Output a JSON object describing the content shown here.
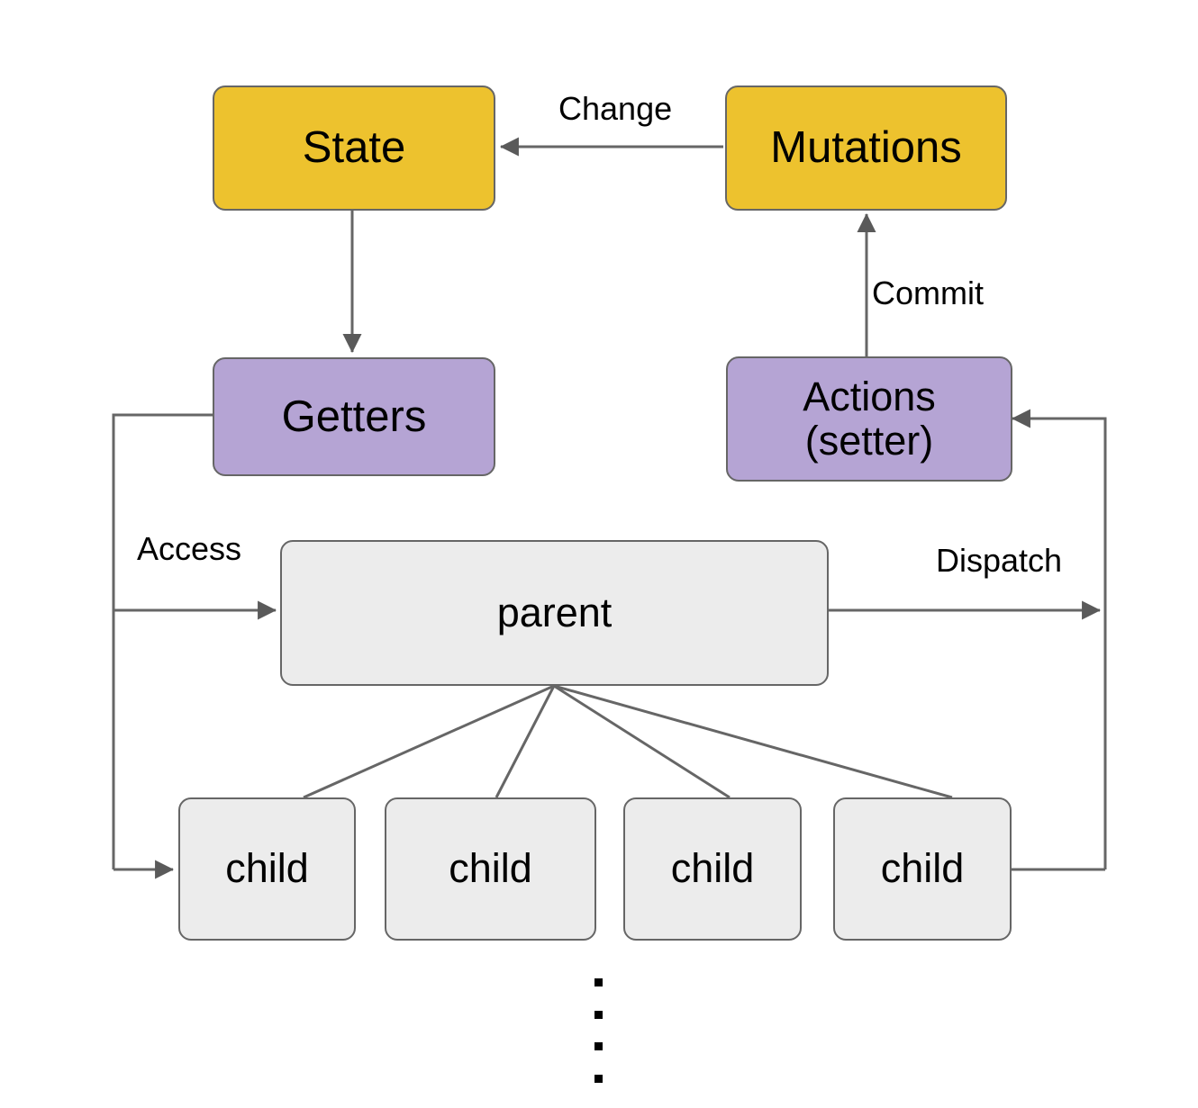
{
  "diagram": {
    "title": "Vuex state management flow with parent and child components",
    "colors": {
      "yellow": "#edc22e",
      "purple": "#b5a4d4",
      "gray": "#ececec",
      "stroke": "#666666",
      "background": "#ffffff",
      "text": "#000000"
    },
    "nodes": {
      "state": {
        "label": "State"
      },
      "mutations": {
        "label": "Mutations"
      },
      "getters": {
        "label": "Getters"
      },
      "actions": {
        "label": "Actions\n(setter)",
        "line1": "Actions",
        "line2": "(setter)"
      },
      "parent": {
        "label": "parent"
      },
      "children": [
        {
          "label": "child"
        },
        {
          "label": "child"
        },
        {
          "label": "child"
        },
        {
          "label": "child"
        }
      ]
    },
    "edge_labels": {
      "change": "Change",
      "commit": "Commit",
      "access": "Access",
      "dispatch": "Dispatch"
    },
    "ellipsis": {
      "symbol": "⋮",
      "dot_count": 4
    }
  }
}
